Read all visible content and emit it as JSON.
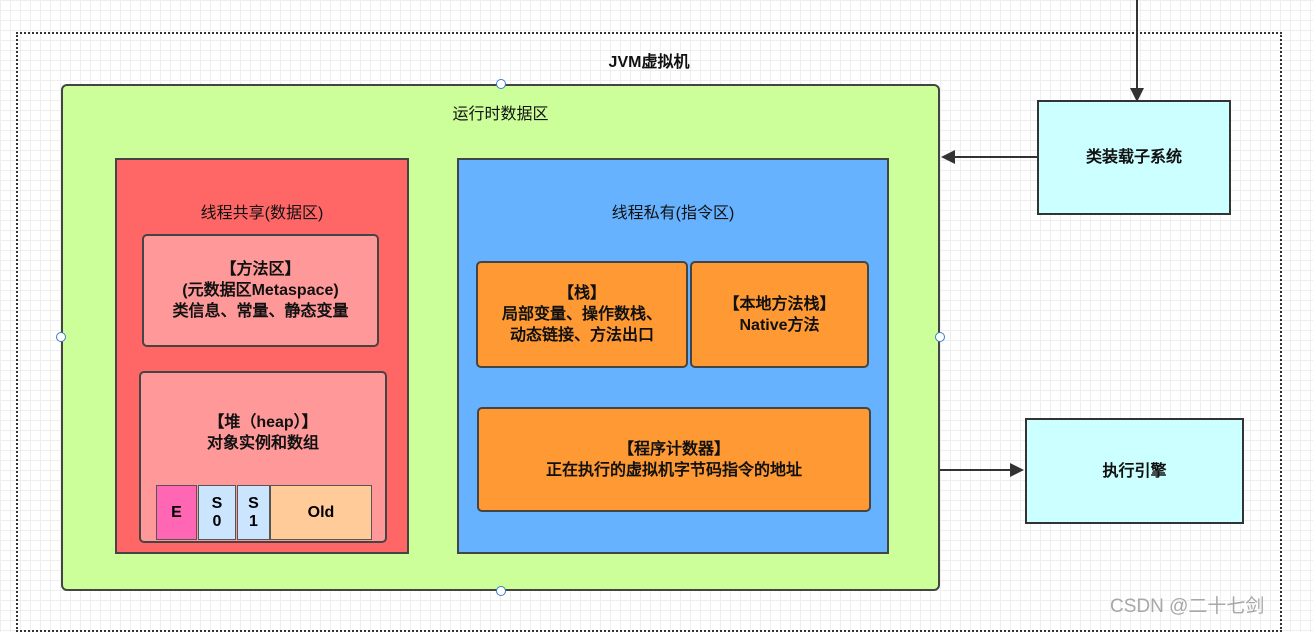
{
  "jvm": {
    "title": "JVM虚拟机"
  },
  "runtime_area": {
    "title": "运行时数据区"
  },
  "shared_area": {
    "title": "线程共享(数据区)",
    "method_area": {
      "line1": "【方法区】",
      "line2": "(元数据区Metaspace)",
      "line3": "类信息、常量、静态变量"
    },
    "heap": {
      "line1": "【堆（heap）】",
      "line2": "对象实例和数组",
      "generations": {
        "e": "E",
        "s0_line1": "S",
        "s0_line2": "0",
        "s1_line1": "S",
        "s1_line2": "1",
        "old": "Old"
      }
    }
  },
  "private_area": {
    "title": "线程私有(指令区)",
    "stack": {
      "line1": "【栈】",
      "line2": "局部变量、操作数栈、",
      "line3": "动态链接、方法出口"
    },
    "native_stack": {
      "line1": "【本地方法栈】",
      "line2": "Native方法"
    },
    "program_counter": {
      "line1": "【程序计数器】",
      "line2": "正在执行的虚拟机字节码指令的地址"
    }
  },
  "class_loader": {
    "label": "类装载子系统"
  },
  "execution_engine": {
    "label": "执行引擎"
  },
  "watermark": "CSDN @二十七剑",
  "colors": {
    "runtime": "#ccff99",
    "shared": "#ff6666",
    "shared_inner": "#ff9999",
    "private": "#66b2ff",
    "private_inner": "#ff9933",
    "external": "#ccffff",
    "eden": "#ff66b3",
    "survivor": "#cce5ff",
    "old": "#ffcc99"
  }
}
